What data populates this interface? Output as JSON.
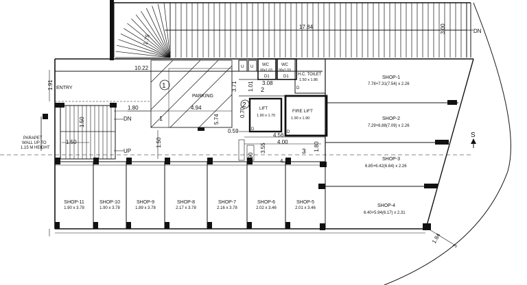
{
  "stair_top": {
    "dimension": "17.84",
    "width": "3.00",
    "dn": "DN",
    "curve_dim": "1.75"
  },
  "entry": {
    "label": "ENTRY",
    "height_dim": "1.91",
    "width_dim": "10.22"
  },
  "parking": {
    "label": "PARKING",
    "circle_1": "1",
    "circle_2": "2",
    "dim_1": "4.94",
    "dim_2": "5.74",
    "dim_3": "3.71",
    "number": "1"
  },
  "stair_left": {
    "dn": "DN",
    "up": "UP",
    "dim_top": "1.80",
    "dim_side": "1.50",
    "dim_left": "1.50",
    "dim_down": "1.50"
  },
  "parapet": {
    "line1": "PARAPET",
    "line2": "WALL UP TO",
    "line3": "1.15 M HEIGHT"
  },
  "service": {
    "u1": "U",
    "u2": "U",
    "wc1": {
      "name": "WC",
      "dim": "90x1.03",
      "door": "D1"
    },
    "wc2": {
      "name": "WC",
      "dim": "90x1.03",
      "door": "D1"
    },
    "hc_toilet": {
      "name": "H.C. TOILET",
      "dim": "1.50 x 1.86"
    },
    "door_d": "D",
    "lobby_dim": "3.08",
    "lobby_no": "2",
    "dim_101": "1.01",
    "dim_070": "0.70",
    "lift": {
      "name": "LIFT",
      "dim": "1.90 x 1.70"
    },
    "fire_lift": {
      "name": "FIRE LIFT",
      "dim": "1.90 x 1.90"
    },
    "dim_059": "0.59",
    "dim_456": "4.56",
    "dim_400": "4.00",
    "dim_413": "4.13",
    "dim_355": "3.55",
    "dim_180": "1.80",
    "dim_090": "0.90",
    "area_no": "3"
  },
  "section_mark": "S",
  "corner_dims": {
    "a": "1.84",
    "b": "3"
  },
  "shops_right": [
    {
      "name": "SHOP-1",
      "dim": "7.78+7.31(7.54) x 2.26"
    },
    {
      "name": "SHOP-2",
      "dim": "7.29+6.88(7.09) x 2.26"
    },
    {
      "name": "SHOP-3",
      "dim": "6.85+6.42(6.64) x 2.26"
    },
    {
      "name": "SHOP-4",
      "dim": "6.40+5.94(6.17) x 2.31"
    }
  ],
  "shops_bottom": [
    {
      "name": "SHOP-11",
      "dim": "1.90 x 3.78"
    },
    {
      "name": "SHOP-10",
      "dim": "1.90 x 3.78"
    },
    {
      "name": "SHOP-9",
      "dim": "1.89 x 3.78"
    },
    {
      "name": "SHOP-8",
      "dim": "2.17 x 3.78"
    },
    {
      "name": "SHOP-7",
      "dim": "2.16 x 3.78"
    },
    {
      "name": "SHOP-6",
      "dim": "2.02 x 3.46"
    },
    {
      "name": "SHOP-5",
      "dim": "2.01 x 3.46"
    }
  ]
}
